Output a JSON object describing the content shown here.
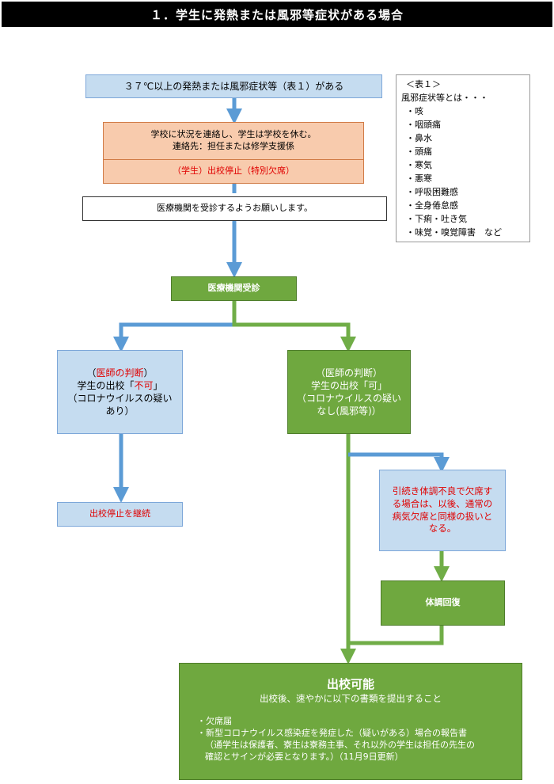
{
  "header": {
    "title": "１．学生に発熱または風邪等症状がある場合"
  },
  "nodes": {
    "fever": "３７℃以上の発熱または風邪症状等（表１）がある",
    "contact_line1": "学校に状況を連絡し、学生は学校を休む。",
    "contact_line2": "連絡先：担任または修学支援係",
    "suspension": "（学生）出校停止（特別欠席）",
    "visit_request": "医療機関を受診するようお願いします。",
    "hospital": "医療機関受診",
    "left_judgment": {
      "line1_prefix": "（",
      "line1_red": "医師の判断",
      "line1_suffix": "）",
      "line2_prefix": "学生の出校「",
      "line2_red": "不可",
      "line2_suffix": "」",
      "line3": "（コロナウイルスの疑い",
      "line4": "あり）"
    },
    "right_judgment": {
      "line1": "（医師の判断）",
      "line2": "学生の出校「可」",
      "line3": "（コロナウイルスの疑い",
      "line4": "なし(風邪等)）"
    },
    "continue_suspension": "出校停止を継続",
    "absence_note": {
      "line1": "引続き体調不良で欠席す",
      "line2": "る場合は、以後、通常の",
      "line3": "病気欠席と同様の扱いと",
      "line4": "なる。"
    },
    "recovery": "体調回復",
    "attendance": {
      "title": "出校可能",
      "subtitle": "出校後、速やかに以下の書類を提出すること",
      "bullet1": "・欠席届",
      "bullet2": "・新型コロナウイルス感染症を発症した（疑いがある）場合の報告書",
      "detail1": "（通学生は保護者、寮生は寮務主事、それ以外の学生は担任の先生の",
      "detail2": "確認とサインが必要となります。）（11月9日更新）"
    }
  },
  "table1": {
    "title": "＜表１＞",
    "intro": "風邪症状等とは・・・",
    "items": [
      "・咳",
      "・咽頭痛",
      "・鼻水",
      "・頭痛",
      "・寒気",
      "・悪寒",
      "・呼吸困難感",
      "・全身倦怠感",
      "・下痢・吐き気",
      "・味覚・嗅覚障害　など"
    ]
  },
  "colors": {
    "blue_arrow": "#5b9bd5",
    "green_arrow": "#70ad47",
    "red_text": "#e00000"
  }
}
